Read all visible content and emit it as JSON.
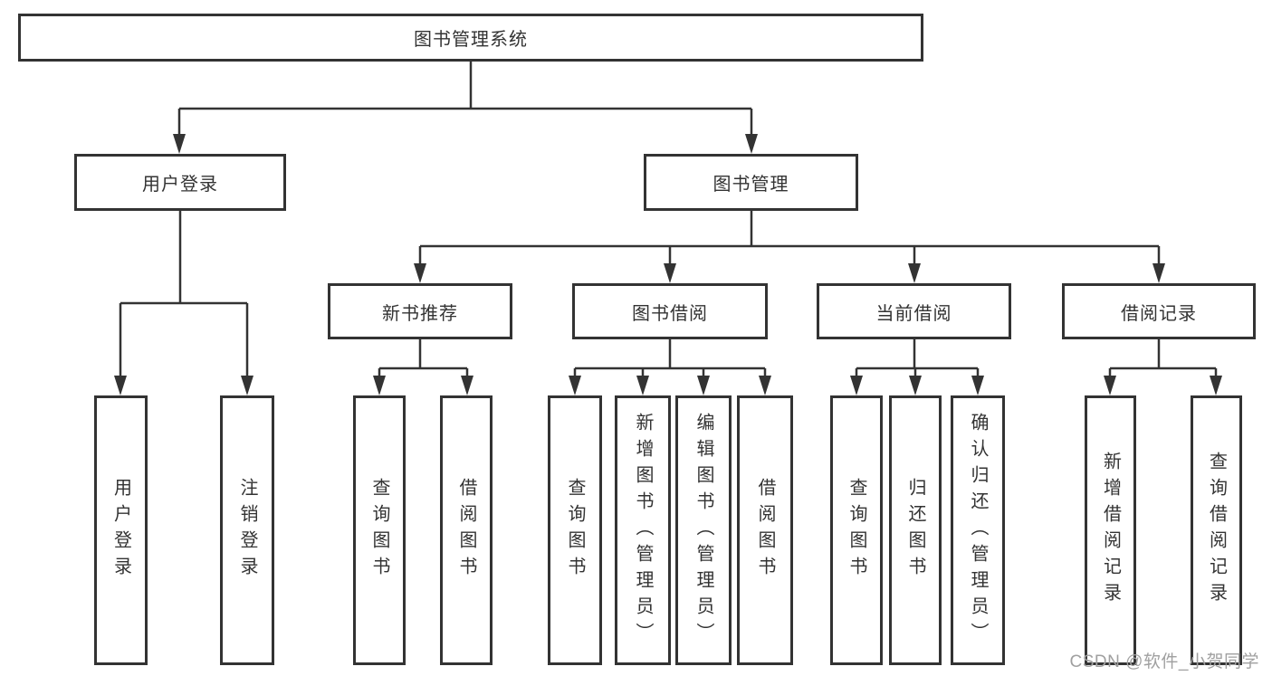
{
  "colors": {
    "line": "#333333",
    "box_border": "#333333",
    "text": "#333333",
    "watermark": "#a0a0a0",
    "background": "#ffffff"
  },
  "watermark": {
    "text": "CSDN @软件_小贺同学"
  },
  "tree": {
    "label": "图书管理系统",
    "children": [
      {
        "label": "用户登录",
        "children": [
          {
            "label": "用户登录"
          },
          {
            "label": "注销登录"
          }
        ]
      },
      {
        "label": "图书管理",
        "children": [
          {
            "label": "新书推荐",
            "children": [
              {
                "label": "查询图书"
              },
              {
                "label": "借阅图书"
              }
            ]
          },
          {
            "label": "图书借阅",
            "children": [
              {
                "label": "查询图书"
              },
              {
                "label": "新增图书（管理员）"
              },
              {
                "label": "编辑图书（管理员）"
              },
              {
                "label": "借阅图书"
              }
            ]
          },
          {
            "label": "当前借阅",
            "children": [
              {
                "label": "查询图书"
              },
              {
                "label": "归还图书"
              },
              {
                "label": "确认归还（管理员）"
              }
            ]
          },
          {
            "label": "借阅记录",
            "children": [
              {
                "label": "新增借阅记录"
              },
              {
                "label": "查询借阅记录"
              }
            ]
          }
        ]
      }
    ]
  }
}
